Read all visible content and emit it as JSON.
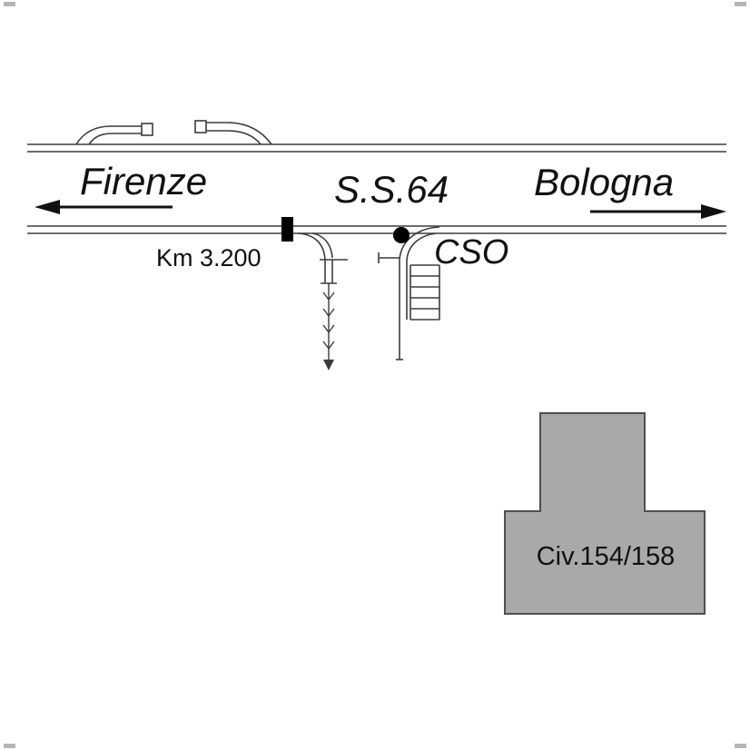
{
  "map": {
    "road_label": "S.S.64",
    "left_destination": "Firenze",
    "right_destination": "Bologna",
    "km_marker_label": "Km 3.200",
    "junction_label": "CSO",
    "building_label": "Civ.154/158",
    "colors": {
      "line": "#3c3c3c",
      "arrow": "#111111",
      "marker": "#000000",
      "building_fill": "#a9a9a9",
      "building_stroke": "#4f4f4f",
      "corner_mark": "#b5b5b5"
    }
  }
}
